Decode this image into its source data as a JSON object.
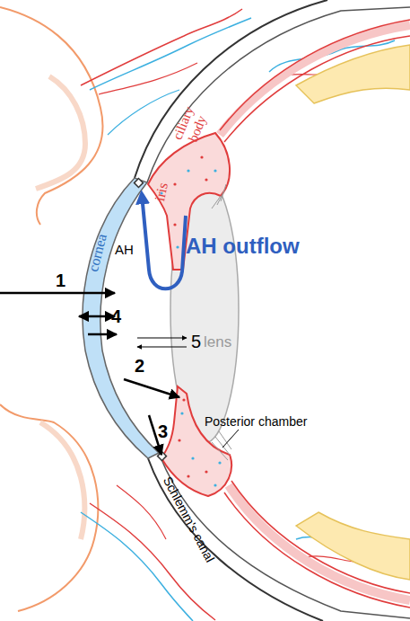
{
  "diagram": {
    "labels": [
      "ciliary body",
      "iris",
      "cornea",
      "AH",
      "AH outflow",
      "1",
      "4",
      "5",
      "lens",
      "2",
      "Posterior chamber",
      "3",
      "Schlemm's canal"
    ]
  }
}
